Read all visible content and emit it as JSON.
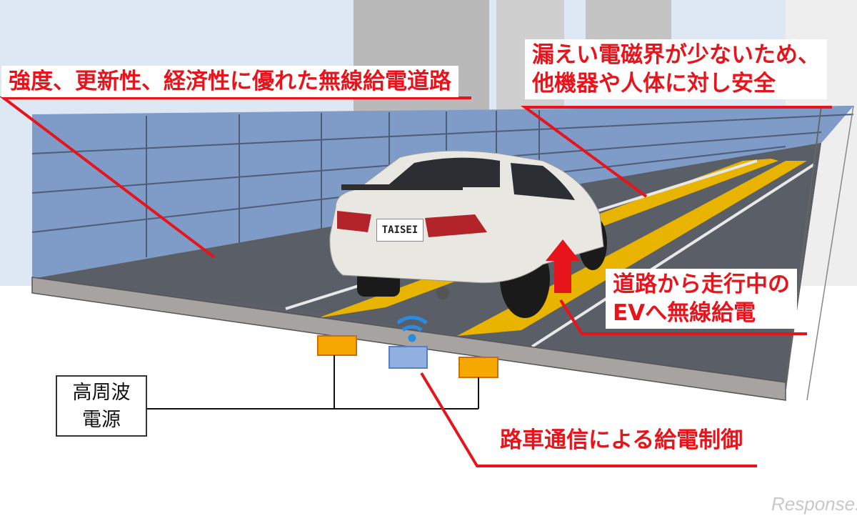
{
  "callouts": {
    "road_quality": "強度、更新性、経済性に優れた無線給電道路",
    "safety_line1": "漏えい電磁界が少ないため、",
    "safety_line2": "他機器や人体に対し安全",
    "charging_line1": "道路から走行中の",
    "charging_line2": "EVへ無線給電",
    "communication": "路車通信による給電制御"
  },
  "power_source": {
    "line1": "高周波",
    "line2": "電源"
  },
  "license_plate": "TAISEI",
  "watermark": "Response.",
  "colors": {
    "callout_red": "#e8141b",
    "coil_orange": "#f5a800",
    "coil_blue": "#8fb0e0",
    "lane_yellow": "#e8b400"
  }
}
